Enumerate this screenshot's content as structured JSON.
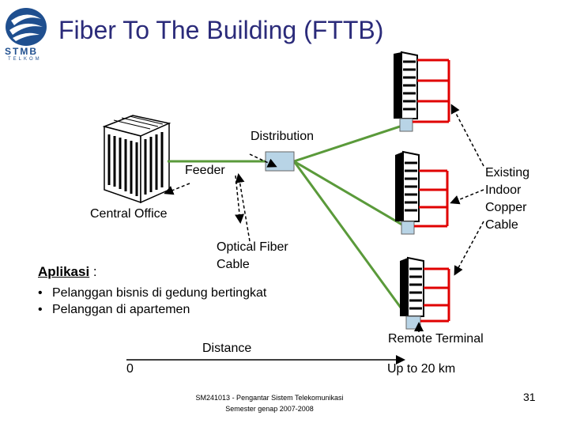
{
  "title": "Fiber To The Building (FTTB)",
  "logo": {
    "text": "STMB",
    "subtext": "TELKOM"
  },
  "labels": {
    "distribution": "Distribution",
    "feeder": "Feeder",
    "central_office": "Central Office",
    "existing_indoor_copper_cable": [
      "Existing",
      "Indoor",
      "Copper",
      "Cable"
    ],
    "optical_fiber_cable": [
      "Optical Fiber",
      "Cable"
    ],
    "remote_terminal": "Remote Terminal",
    "distance": "Distance",
    "distance_start": "0",
    "distance_end": "Up to 20 km"
  },
  "aplikasi": {
    "heading": "Aplikasi",
    "colon": " :",
    "items": [
      "Pelanggan bisnis di gedung bertingkat",
      "Pelanggan di apartemen"
    ]
  },
  "footer": {
    "line1": "SM241013 - Pengantar Sistem Telekomunikasi",
    "line2": "Semester genap 2007-2008"
  },
  "page_number": "31",
  "colors": {
    "title": "#2b2b7a",
    "fiber": "#5a9a3a",
    "copper": "#e00000",
    "terminal_box": "#b8d4e6",
    "logo": "#1f4f8f"
  }
}
